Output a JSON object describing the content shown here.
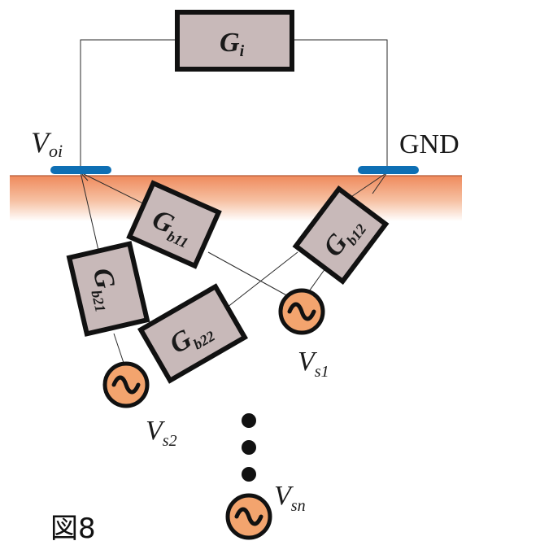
{
  "figure_label": "図8",
  "nodes": {
    "voi": {
      "main": "V",
      "sub": "oi"
    },
    "gnd": "GND"
  },
  "conductances": {
    "gi": {
      "main": "G",
      "sub": "i"
    },
    "gb11": {
      "main": "G",
      "sub": "b11"
    },
    "gb12": {
      "main": "G",
      "sub": "b12"
    },
    "gb21": {
      "main": "G",
      "sub": "b21"
    },
    "gb22": {
      "main": "G",
      "sub": "b22"
    }
  },
  "sources": {
    "vs1": {
      "main": "V",
      "sub": "s1"
    },
    "vs2": {
      "main": "V",
      "sub": "s2"
    },
    "vsn": {
      "main": "V",
      "sub": "sn"
    }
  },
  "colors": {
    "resistor_fill": "#c8b9b9",
    "resistor_border": "#111111",
    "electrode": "#0e6fb4",
    "source_fill": "#f3a46e",
    "surface": "#ef8a5c",
    "wire": "#2a2a2a"
  }
}
